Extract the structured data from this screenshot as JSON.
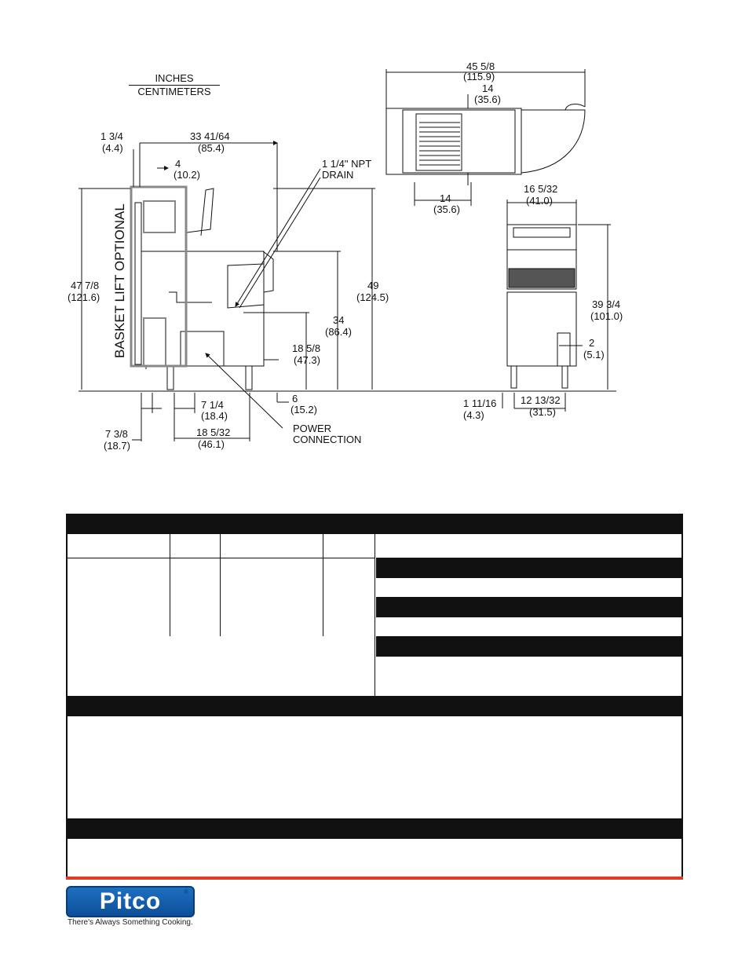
{
  "units": {
    "top": "INCHES",
    "bottom": "CENTIMETERS"
  },
  "side_view": {
    "basket_lift_label": "BASKET LIFT OPTIONAL",
    "dims": [
      {
        "id": "d1",
        "a": "1 3/4",
        "b": "(4.4)"
      },
      {
        "id": "d2",
        "a": "33 41/64",
        "b": "(85.4)"
      },
      {
        "id": "d3",
        "a": "4",
        "b": "(10.2)"
      },
      {
        "id": "d4",
        "a": "47 7/8",
        "b": "(121.6)"
      },
      {
        "id": "d5",
        "a": "49",
        "b": "(124.5)"
      },
      {
        "id": "d6",
        "a": "34",
        "b": "(86.4)"
      },
      {
        "id": "d7",
        "a": "18 5/8",
        "b": "(47.3)"
      },
      {
        "id": "d8",
        "a": "6",
        "b": "(15.2)"
      },
      {
        "id": "d9",
        "a": "7 1/4",
        "b": "(18.4)"
      },
      {
        "id": "d10",
        "a": "18 5/32",
        "b": "(46.1)"
      },
      {
        "id": "d11",
        "a": "7 3/8",
        "b": "(18.7)"
      }
    ],
    "drain_label": [
      "1 1/4\" NPT",
      "DRAIN"
    ],
    "power_label": [
      "POWER",
      "CONNECTION"
    ]
  },
  "top_view": {
    "dims": [
      {
        "id": "t1",
        "a": "45 5/8",
        "b": "(115.9)"
      },
      {
        "id": "t2",
        "a": "14",
        "b": "(35.6)"
      },
      {
        "id": "t3",
        "a": "14",
        "b": "(35.6)"
      }
    ]
  },
  "front_view": {
    "dims": [
      {
        "id": "f1",
        "a": "16 5/32",
        "b": "(41.0)"
      },
      {
        "id": "f2",
        "a": "39 3/4",
        "b": "(101.0)"
      },
      {
        "id": "f3",
        "a": "2",
        "b": "(5.1)"
      },
      {
        "id": "f4",
        "a": "1 11/16",
        "b": "(4.3)"
      },
      {
        "id": "f5",
        "a": "12 13/32",
        "b": "(31.5)"
      }
    ]
  },
  "brand": {
    "name": "Pitco",
    "tagline": "There's Always Something Cooking.",
    "reg": "®"
  },
  "colors": {
    "accent_red": "#e03c25",
    "brand_blue": "#1e6fc0"
  }
}
